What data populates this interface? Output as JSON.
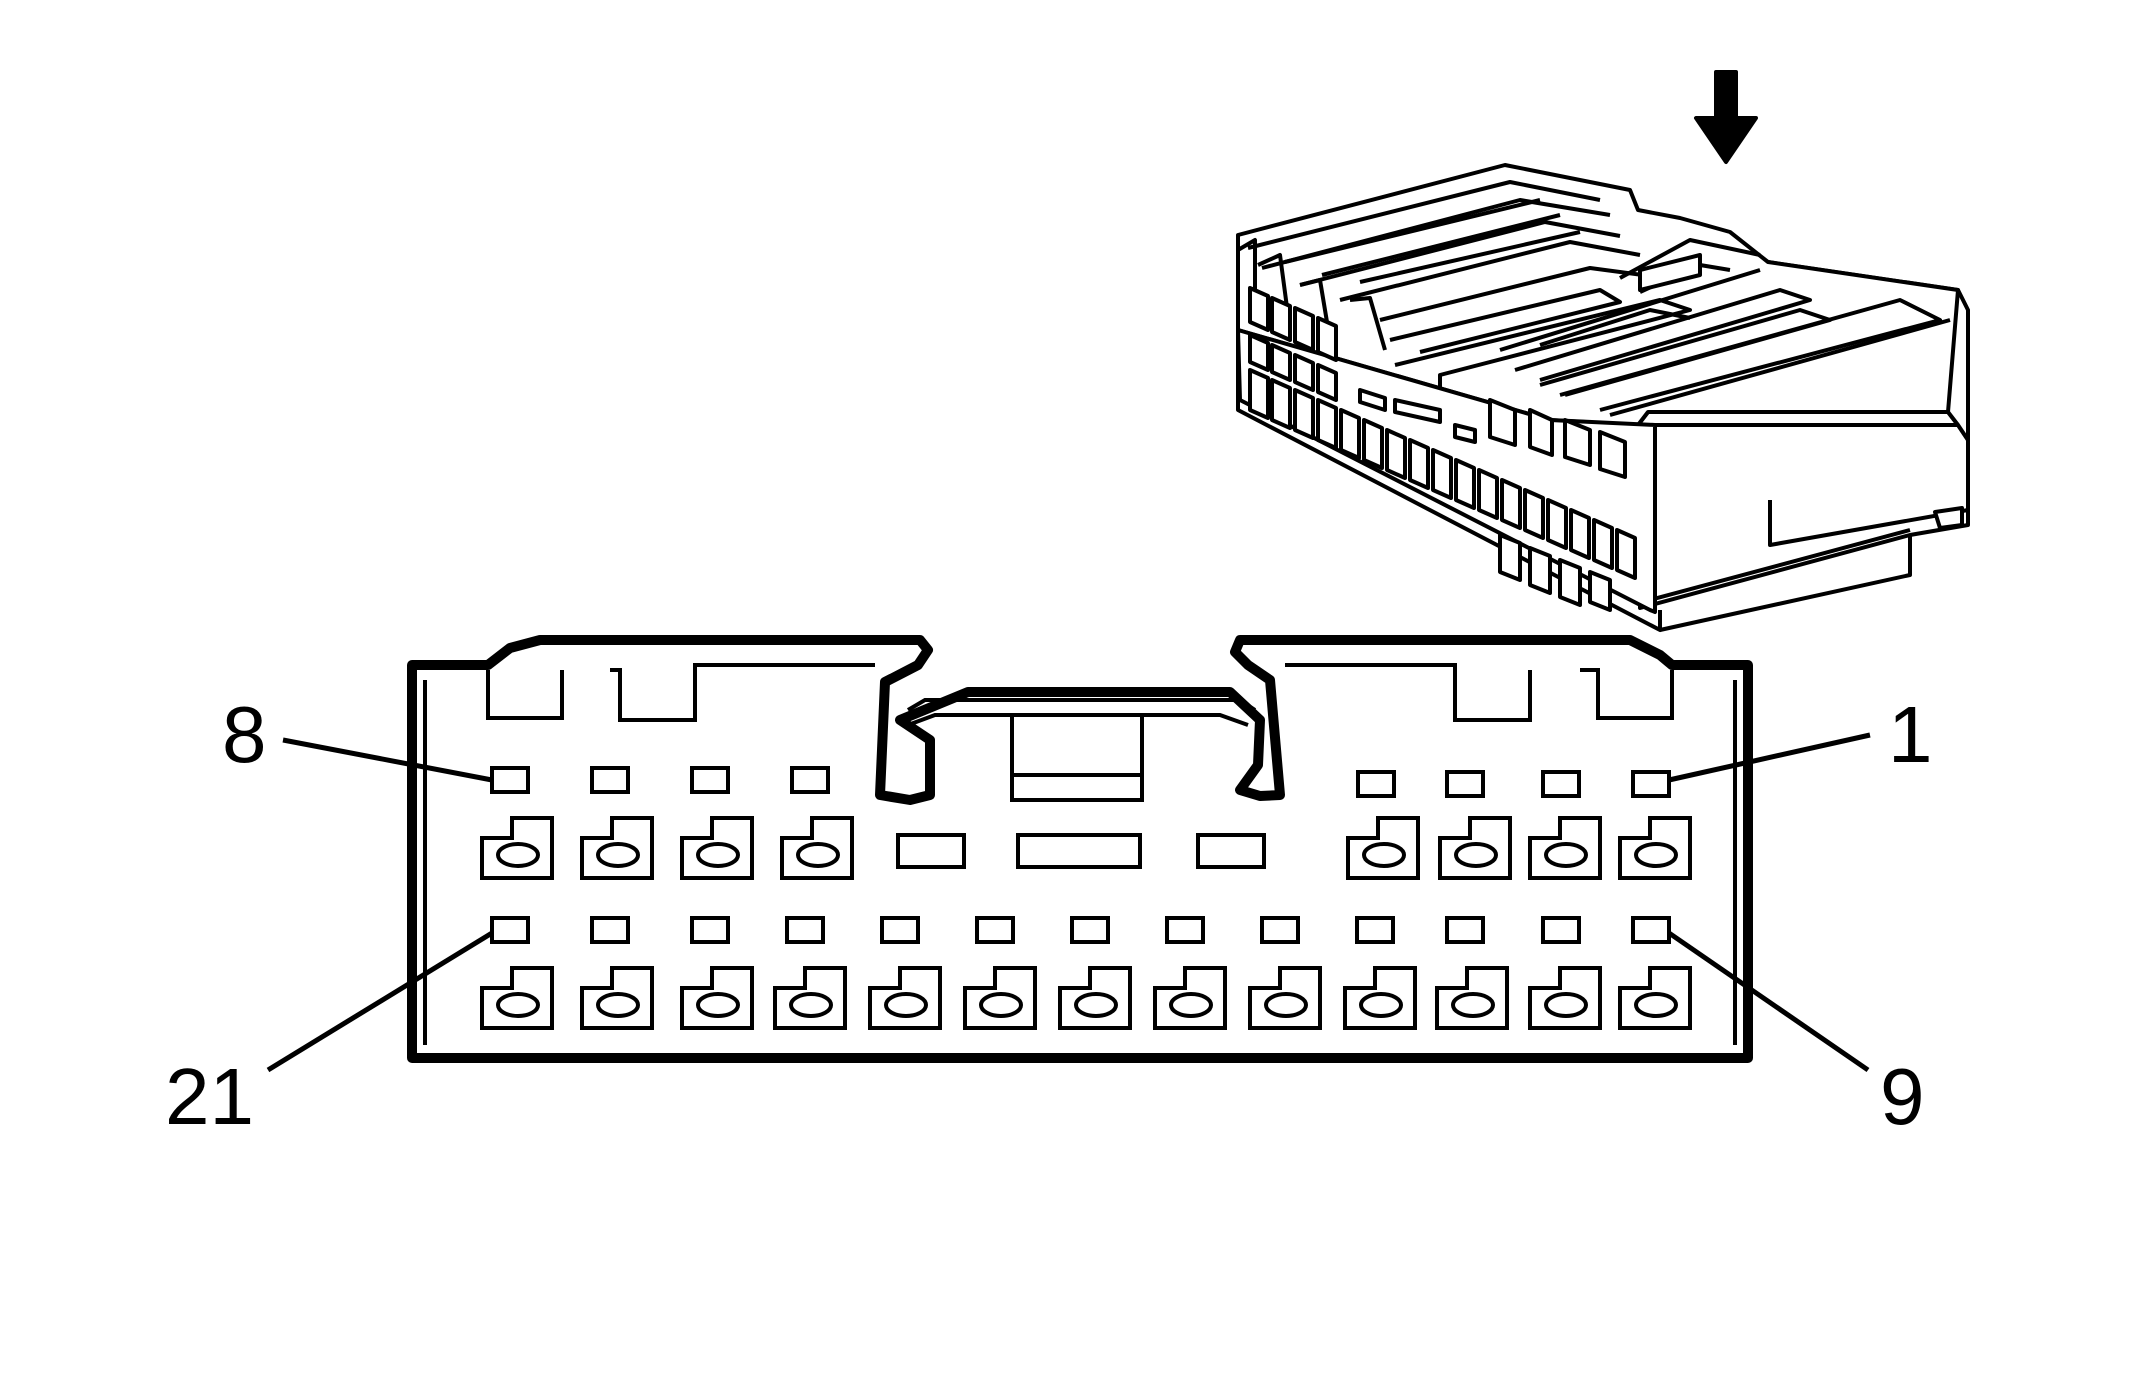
{
  "pin_labels": {
    "top_left": "8",
    "top_right": "1",
    "bottom_left": "21",
    "bottom_right": "9"
  },
  "colors": {
    "line": "#000000",
    "background": "#ffffff"
  }
}
